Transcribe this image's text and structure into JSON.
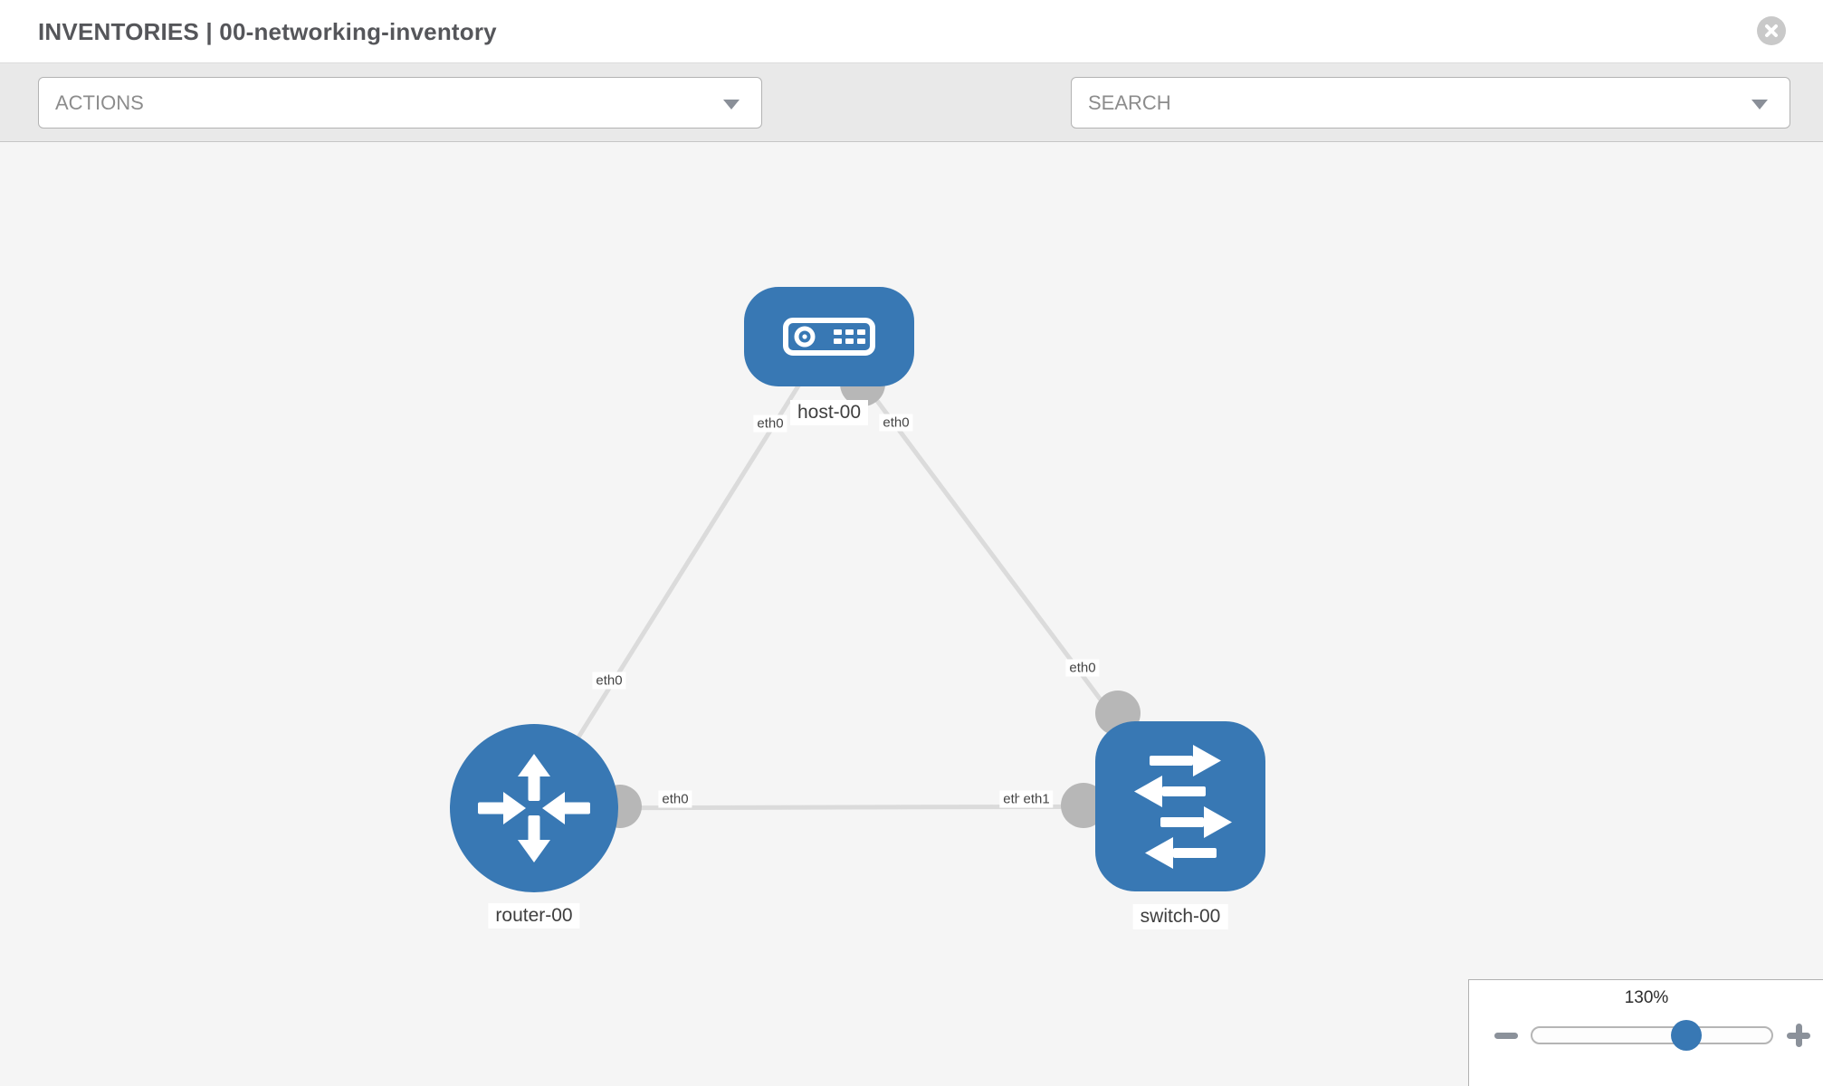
{
  "header": {
    "title": "INVENTORIES | 00-networking-inventory"
  },
  "toolbar": {
    "actions_label": "ACTIONS",
    "search_label": "SEARCH"
  },
  "diagram": {
    "node_labels": {
      "host": "host-00",
      "router": "router-00",
      "switch": "switch-00"
    },
    "edge_labels": {
      "host_to_router_at_host": "eth0",
      "host_to_switch_at_host": "eth0",
      "host_to_router_at_router": "eth0",
      "router_to_switch_at_router": "eth0",
      "host_to_switch_at_switch": "eth0",
      "router_to_switch_at_switch_under": "eth0",
      "router_to_switch_at_switch": "eth1"
    },
    "edges": [
      {
        "from": "host-00",
        "to": "router-00"
      },
      {
        "from": "host-00",
        "to": "switch-00"
      },
      {
        "from": "router-00",
        "to": "switch-00"
      }
    ]
  },
  "zoom_control": {
    "percent": "130%"
  },
  "colors": {
    "node_blue": "#3878b4",
    "edge_gray": "#dbdbdb",
    "connector_gray": "#b7b7b7",
    "toolbar_icon_gray": "#7b828e",
    "canvas_bg": "#f5f5f5",
    "toolbar_bg": "#e9e9e9"
  },
  "icons": {
    "close": "close-icon",
    "actions_caret": "chevron-down-icon",
    "search_caret": "chevron-down-icon",
    "wrench": "wrench-icon",
    "key": "key-icon",
    "host": "host-icon",
    "router": "router-icon",
    "switch": "switch-icon",
    "zoom_out": "minus-icon",
    "zoom_in": "plus-icon"
  }
}
